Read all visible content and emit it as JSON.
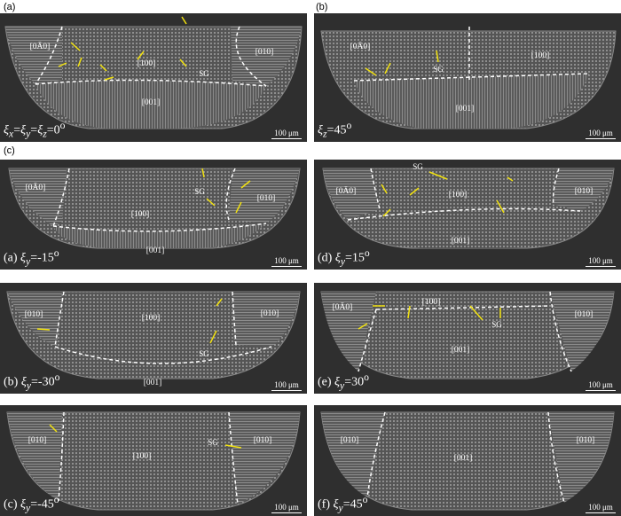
{
  "headers": {
    "a": "(a)",
    "b": "(b)",
    "c": "(c)"
  },
  "scale_text": "100 μm",
  "sg_text": "SG",
  "panels": {
    "top_a": {
      "caption_sym": "ξ",
      "caption_subs": [
        "x",
        "y",
        "z"
      ],
      "caption_value": "=0",
      "caption_deg": "o",
      "labels": [
        "[0Ā0]",
        "[100]",
        "[010]",
        "[001]"
      ]
    },
    "top_b": {
      "caption_sym": "ξ",
      "caption_sub": "z",
      "caption_value": "=45",
      "caption_deg": "o",
      "labels": [
        "[0Ā0]",
        "[100]",
        "[001]"
      ]
    },
    "c_a": {
      "caption_prefix": "(a)",
      "caption_sym": "ξ",
      "caption_sub": "y",
      "caption_value": "=-15",
      "caption_deg": "o",
      "labels": [
        "[0Ā0]",
        "[100]",
        "[010]",
        "[001]"
      ]
    },
    "c_d": {
      "caption_prefix": "(d)",
      "caption_sym": "ξ",
      "caption_sub": "y",
      "caption_value": "=15",
      "caption_deg": "o",
      "labels": [
        "[0Ā0]",
        "[100]",
        "[010]",
        "[001]"
      ]
    },
    "c_b": {
      "caption_prefix": "(b)",
      "caption_sym": "ξ",
      "caption_sub": "y",
      "caption_value": "=-30",
      "caption_deg": "o",
      "labels": [
        "[010]",
        "[100]",
        "[010]",
        "[001]"
      ]
    },
    "c_e": {
      "caption_prefix": "(e)",
      "caption_sym": "ξ",
      "caption_sub": "y",
      "caption_value": "=30",
      "caption_deg": "o",
      "labels": [
        "[0Ā0]",
        "[100]",
        "[010]",
        "[001]"
      ]
    },
    "c_c": {
      "caption_prefix": "(c)",
      "caption_sym": "ξ",
      "caption_sub": "y",
      "caption_value": "=-45",
      "caption_deg": "o",
      "labels": [
        "[010]",
        "[100]",
        "[010]"
      ]
    },
    "c_f": {
      "caption_prefix": "(f)",
      "caption_sym": "ξ",
      "caption_sub": "y",
      "caption_value": "=45",
      "caption_deg": "o",
      "labels": [
        "[010]",
        "[001]",
        "[010]"
      ]
    }
  },
  "colors": {
    "panel_bg": "#2f2f2f",
    "pool": "#6c6c6c",
    "boundary": "#ffffff",
    "arrow": "#f2e20f"
  }
}
